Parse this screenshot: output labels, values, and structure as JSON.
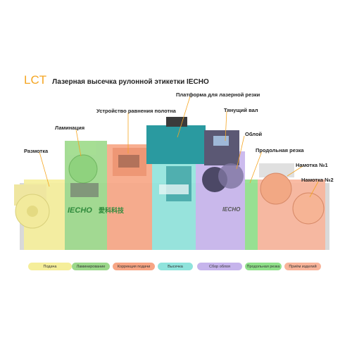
{
  "title": {
    "brand": "LCT",
    "text": "Лазерная высечка рулонной этикетки IECHO"
  },
  "labels": {
    "unwind": "Размотка",
    "lamination": "Ламинация",
    "web_guide": "Устройство равнения полотна",
    "laser_platform": "Платформа для лазерной резки",
    "pull_roller": "Тянущий вал",
    "waste": "Облой",
    "slitting": "Продольная резка",
    "rewind1": "Намотка №1",
    "rewind2": "Намотка №2"
  },
  "machine_text": {
    "brand": "IECHO",
    "brand_cn": "愛科科技",
    "side_brand": "IECHO"
  },
  "legend": [
    {
      "label": "Подача",
      "color": "#f5ee9a"
    },
    {
      "label": "Ламинирование",
      "color": "#9bd88a"
    },
    {
      "label": "Коррекция подачи",
      "color": "#f7a584"
    },
    {
      "label": "Высечка",
      "color": "#8fe3dc"
    },
    {
      "label": "Сбор облоя",
      "color": "#c6b4ec"
    },
    {
      "label": "Продольная резка",
      "color": "#8fe08a"
    },
    {
      "label": "Приём изделий",
      "color": "#f8b49a"
    }
  ]
}
